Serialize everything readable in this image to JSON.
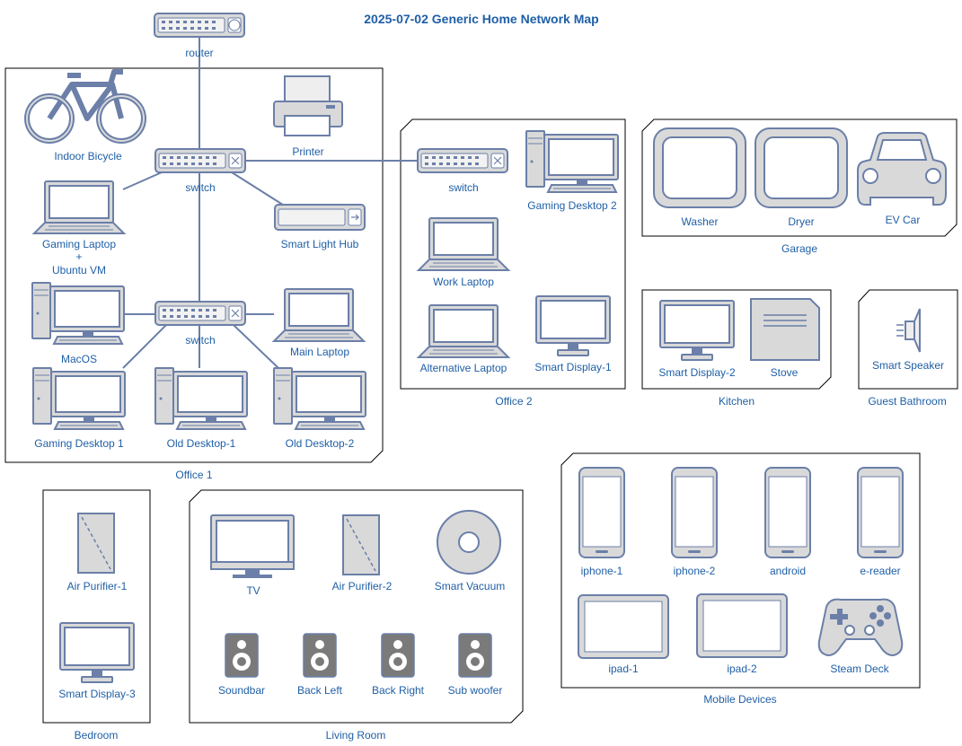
{
  "title": "2025-07-02 Generic Home Network Map",
  "rooms": {
    "office1": "Office 1",
    "office2": "Office 2",
    "garage": "Garage",
    "kitchen": "Kitchen",
    "guest_bathroom": "Guest Bathroom",
    "bedroom": "Bedroom",
    "living_room": "Living Room",
    "mobile": "Mobile Devices"
  },
  "devices": {
    "router": "router",
    "switch_main": "switch",
    "switch_lower": "switch",
    "switch_office2": "switch",
    "indoor_bicycle": "Indoor Bicycle",
    "printer": "Printer",
    "gaming_laptop_l1": "Gaming Laptop",
    "gaming_laptop_l2": "+",
    "gaming_laptop_l3": "Ubuntu VM",
    "smart_light_hub": "Smart Light Hub",
    "macos": "MacOS",
    "main_laptop": "Main Laptop",
    "gaming_desktop_1": "Gaming Desktop 1",
    "old_desktop_1": "Old Desktop-1",
    "old_desktop_2": "Old Desktop-2",
    "gaming_desktop_2": "Gaming Desktop 2",
    "work_laptop": "Work Laptop",
    "alternative_laptop": "Alternative Laptop",
    "smart_display_1": "Smart Display-1",
    "washer": "Washer",
    "dryer": "Dryer",
    "ev_car": "EV Car",
    "smart_display_2": "Smart Display-2",
    "stove": "Stove",
    "smart_speaker": "Smart Speaker",
    "air_purifier_1": "Air Purifier-1",
    "smart_display_3": "Smart Display-3",
    "tv": "TV",
    "air_purifier_2": "Air Purifier-2",
    "smart_vacuum": "Smart Vacuum",
    "soundbar": "Soundbar",
    "back_left": "Back Left",
    "back_right": "Back Right",
    "sub_woofer": "Sub woofer",
    "iphone_1": "iphone-1",
    "iphone_2": "iphone-2",
    "android": "android",
    "e_reader": "e-reader",
    "ipad_1": "ipad-1",
    "ipad_2": "ipad-2",
    "steam_deck": "Steam Deck"
  },
  "colors": {
    "label": "#1f5fa6",
    "stroke": "#6b7fa8",
    "fill": "#d9d9d9"
  }
}
